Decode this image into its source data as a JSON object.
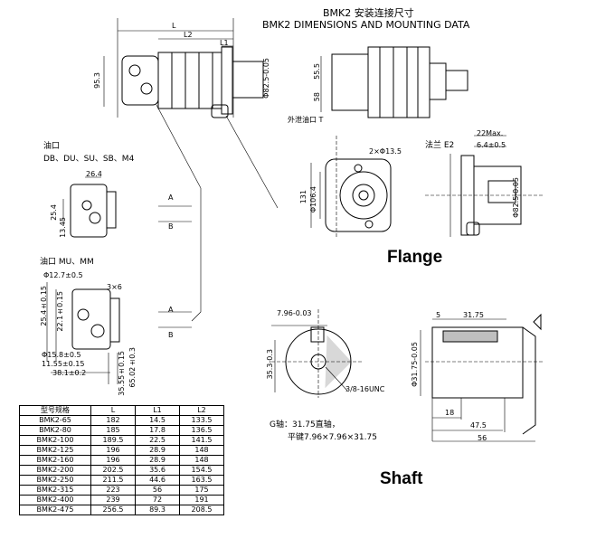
{
  "titles": {
    "cn": "BMK2 安装连接尺寸",
    "en": "BMK2 DIMENSIONS AND MOUNTING DATA"
  },
  "dims": {
    "L": "L",
    "L2": "L2",
    "L1": "L1",
    "d95": "95.3",
    "d55": "55.5",
    "d58": "58",
    "d82": "Φ82.5-0.05",
    "drain": "外泄油口 T",
    "d264": "26.4",
    "d254": "25.4",
    "d1345": "13.45",
    "d127": "Φ12.7±0.5",
    "d254b": "25.4±0.15",
    "d221": "22.1±0.15",
    "d3x6": "3×6",
    "d158": "Φ15.8±0.5",
    "d1155": "11.55±0.15",
    "d381": "38.1±0.2",
    "d3555": "35.55±0.15",
    "d6502": "65.02±0.3",
    "d2x135": "2×Φ13.5",
    "d131": "131",
    "d1064": "Φ106.4",
    "d22": "22Max.",
    "d64": "6.4±0.5",
    "d825": "Φ82.5-0.05",
    "d796": "7.96-0.03",
    "d353": "35.3-0.3",
    "thread": "3/8-16UNC",
    "d5": "5",
    "d3175": "31.75",
    "d3175b": "Φ31.75-0.05",
    "d18": "18",
    "d475": "47.5",
    "d56": "56",
    "a": "A",
    "b": "B",
    "a2": "A",
    "b2": "B"
  },
  "ports": {
    "label1": "油口",
    "list1": "DB、DU、SU、SB、M4",
    "label2": "油口 MU、MM"
  },
  "flange": {
    "label": "法兰 E2",
    "heading": "Flange"
  },
  "shaft": {
    "heading": "Shaft",
    "note1": "G轴：31.75直轴，",
    "note2": "平键7.96×7.96×31.75"
  },
  "table": {
    "headers": [
      "型号规格",
      "L",
      "L1",
      "L2"
    ],
    "rows": [
      [
        "BMK2-65",
        "182",
        "14.5",
        "133.5"
      ],
      [
        "BMK2-80",
        "185",
        "17.8",
        "136.5"
      ],
      [
        "BMK2-100",
        "189.5",
        "22.5",
        "141.5"
      ],
      [
        "BMK2-125",
        "196",
        "28.9",
        "148"
      ],
      [
        "BMK2-160",
        "196",
        "28.9",
        "148"
      ],
      [
        "BMK2-200",
        "202.5",
        "35.6",
        "154.5"
      ],
      [
        "BMK2-250",
        "211.5",
        "44.6",
        "163.5"
      ],
      [
        "BMK2-315",
        "223",
        "56",
        "175"
      ],
      [
        "BMK2-400",
        "239",
        "72",
        "191"
      ],
      [
        "BMK2-475",
        "256.5",
        "89.3",
        "208.5"
      ]
    ]
  }
}
